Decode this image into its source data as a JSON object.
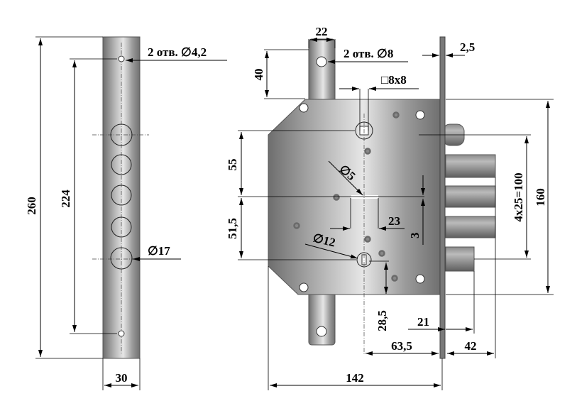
{
  "title": "Lock mortise dimension drawing",
  "faceplate_view": {
    "height_label": "260",
    "hole_spacing_label": "224",
    "holes_label": "2 отв. ∅4,2",
    "cylinder_hole_label": "∅17",
    "width_label": "30"
  },
  "lock_body_view": {
    "tab_width_label": "22",
    "tab_holes_label": "2 отв. ∅8",
    "faceplate_thickness_label": "2,5",
    "tab_height_label": "40",
    "spindle_label": "□8x8",
    "spindle_to_keyhole_label": "55",
    "keyhole_pin_label": "∅5",
    "keyhole_to_lower_label": "51,5",
    "keyhole_width_label": "23",
    "keyhole_offset_label": "3",
    "lower_hole_label": "∅12",
    "bolt_pitch_label": "4x25=100",
    "bolt_span_label": "160",
    "lower_offset_label": "28,5",
    "latch_label": "21",
    "backset_label": "63,5",
    "bolt_throw_label": "42",
    "body_width_label": "142"
  },
  "colors": {
    "metal_light": "#e6e6e6",
    "metal_dark": "#6e6e6e",
    "line": "#000000"
  }
}
